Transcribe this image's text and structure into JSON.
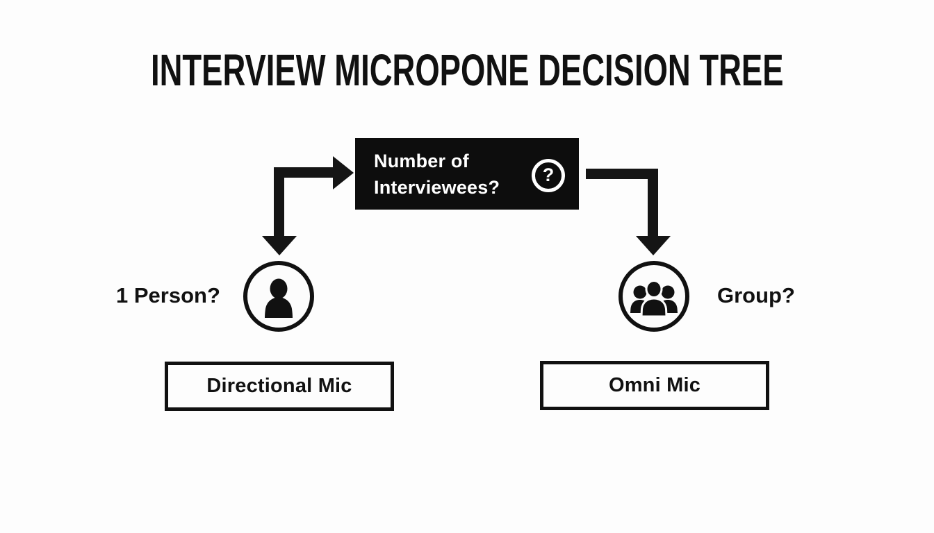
{
  "title": "INTERVIEW MICROPONE DECISION TREE",
  "root": {
    "line1": "Number of",
    "line2": "Interviewees?",
    "help_glyph": "?",
    "help_icon": "question-mark-circle-icon",
    "bg_color": "#0d0d0d",
    "text_color": "#ffffff"
  },
  "branches": {
    "left": {
      "question": "1 Person?",
      "icon": "single-person-icon",
      "result": "Directional Mic"
    },
    "right": {
      "question": "Group?",
      "icon": "group-people-icon",
      "result": "Omni Mic"
    }
  },
  "style": {
    "ink_color": "#111111",
    "arrow_color": "#151515",
    "background_color": "#fdfdfd"
  }
}
